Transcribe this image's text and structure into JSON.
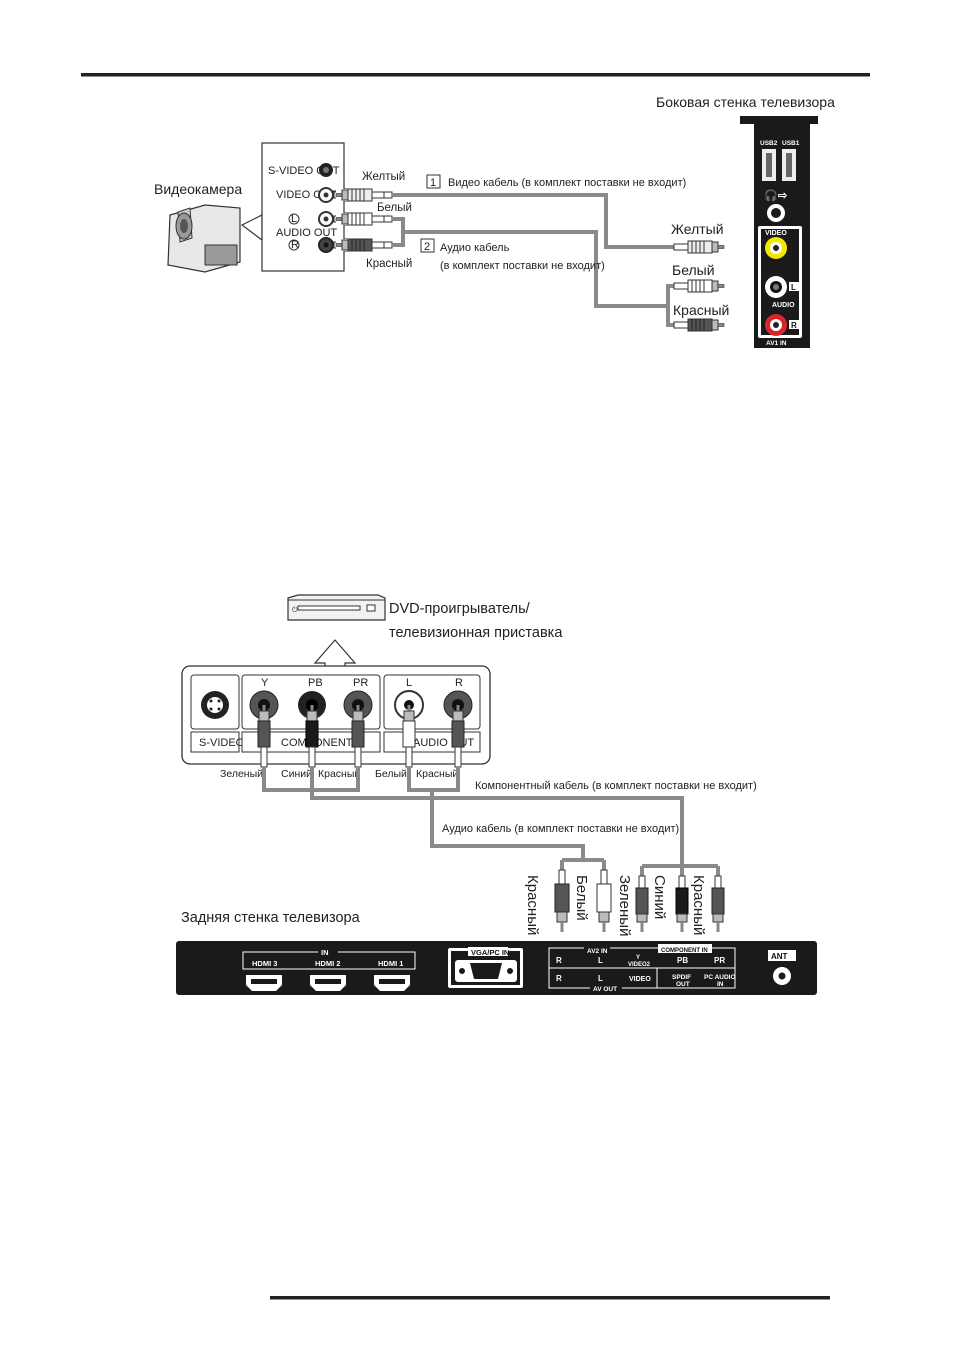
{
  "top_diagram": {
    "tv_side_title": "Боковая стенка телевизора",
    "camera_label": "Видеокамера",
    "camera_panel": {
      "svideo_out": "S-VIDEO OUT",
      "video_out": "VIDEO OUT",
      "audio_out": "AUDIO OUT",
      "l_mark": "L",
      "r_mark": "R"
    },
    "left_plug_labels": {
      "yellow": "Желтый",
      "white": "Белый",
      "red": "Красный"
    },
    "cable1": {
      "number": "1",
      "text": "Видео кабель (в комплект поставки не входит)"
    },
    "cable2": {
      "number": "2",
      "line1": "Аудио кабель",
      "line2": "(в комплект поставки не входит)"
    },
    "right_plug_labels": {
      "yellow": "Желтый",
      "white": "Белый",
      "red": "Красный"
    },
    "tv_side_panel": {
      "usb2": "USB2",
      "usb1": "USB1",
      "video": "VIDEO",
      "audio": "AUDIO",
      "l": "L",
      "r": "R",
      "av1_in": "AV1 IN"
    }
  },
  "bottom_diagram": {
    "dvd_label_line1": "DVD-проигрыватель/",
    "dvd_label_line2": "телевизионная приставка",
    "dvd_panel": {
      "y": "Y",
      "pb": "PB",
      "pr": "PR",
      "l": "L",
      "r": "R",
      "svideo": "S-VIDEO",
      "component": "COMPONENT",
      "audio_out": "AUDIO OUT"
    },
    "plug_labels": {
      "green": "Зеленый",
      "blue": "Синий",
      "red1": "Красный",
      "white": "Белый",
      "red2": "Красный"
    },
    "component_cable": "Компонентный кабель (в комплект поставки не входит)",
    "audio_cable": "Аудио кабель (в комплект поставки не входит)",
    "rotated_labels": [
      "Красный",
      "Белый",
      "Зеленый",
      "Синий",
      "Красный"
    ],
    "tv_back_title": "Задняя стенка телевизора",
    "tv_back_panel": {
      "in": "IN",
      "hdmi3": "HDMI 3",
      "hdmi2": "HDMI 2",
      "hdmi1": "HDMI 1",
      "vga": "VGA/PC IN",
      "av2_in": "AV2 IN",
      "component_in": "COMPONENT IN",
      "r_top": "R",
      "l_top": "L",
      "y": "Y",
      "video2": "VIDEO2",
      "pb": "PB",
      "pr": "PR",
      "r_bottom": "R",
      "l_bottom": "L",
      "video": "VIDEO",
      "av_out": "AV OUT",
      "spdif1": "SPDIF",
      "spdif2": "OUT",
      "pcaudio1": "PC AUDIO",
      "pcaudio2": "IN",
      "ant": "ANT"
    }
  }
}
